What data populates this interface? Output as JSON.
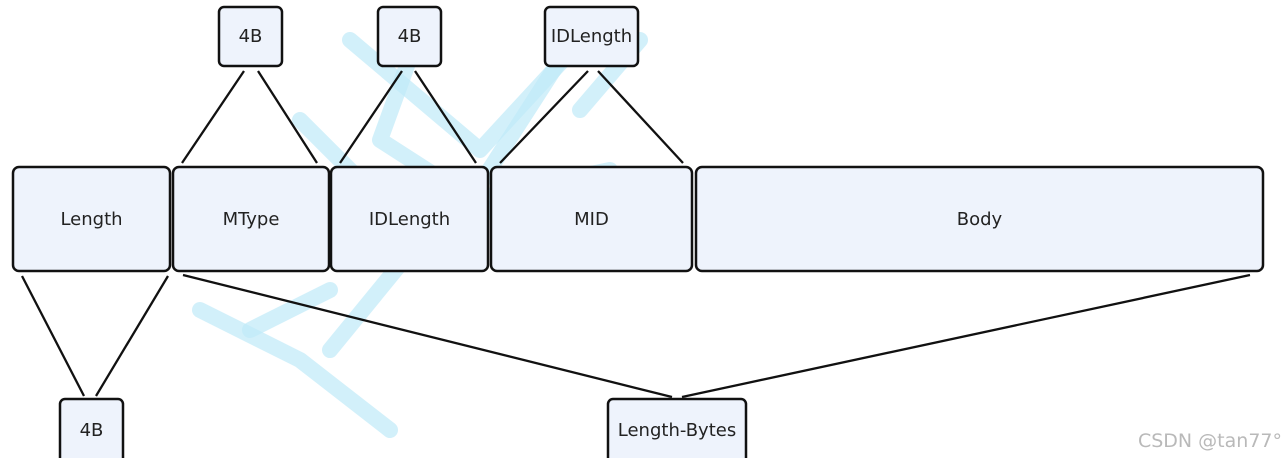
{
  "diagram": {
    "fields": [
      {
        "id": "length",
        "label": "Length"
      },
      {
        "id": "mtype",
        "label": "MType"
      },
      {
        "id": "idlength",
        "label": "IDLength"
      },
      {
        "id": "mid",
        "label": "MID"
      },
      {
        "id": "body",
        "label": "Body"
      }
    ],
    "sizes": {
      "mtype": "4B",
      "idlength": "4B",
      "mid": "IDLength",
      "length": "4B",
      "payload": "Length-Bytes"
    }
  },
  "credit": {
    "text": "CSDN @tan77°"
  },
  "colors": {
    "box_fill": "#eef3fc",
    "stroke": "#111111",
    "watermark": "#bfeaf8",
    "credit": "#b9b9b9"
  }
}
